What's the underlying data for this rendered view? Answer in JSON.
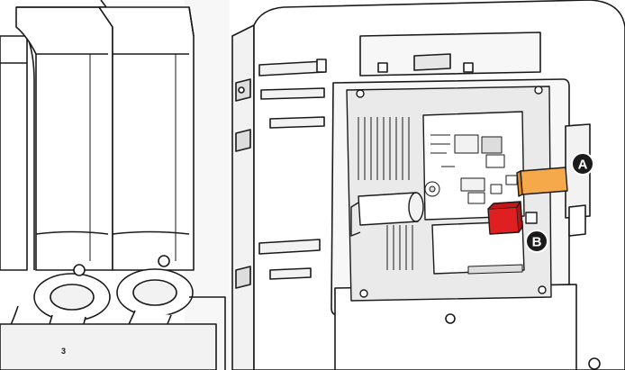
{
  "callouts": {
    "a": {
      "label": "A",
      "color": "#1a1a1a",
      "points_to": "orange-ribbon-cable",
      "highlight_color": "#f5a94a"
    },
    "b": {
      "label": "B",
      "color": "#1a1a1a",
      "points_to": "red-connector",
      "highlight_color": "#e02020"
    }
  },
  "canister": {
    "number_label": "3"
  },
  "colors": {
    "line": "#1a1a1a",
    "fill": "#ffffff",
    "light_fill": "#f2f2f2",
    "board_fill": "#eaeaea"
  }
}
